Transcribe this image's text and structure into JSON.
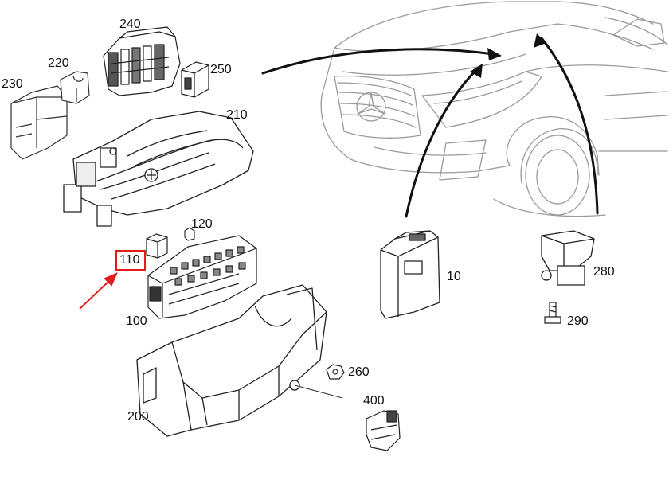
{
  "labels": {
    "p10": "10",
    "p100": "100",
    "p110": "110",
    "p120": "120",
    "p200": "200",
    "p210": "210",
    "p220": "220",
    "p230": "230",
    "p240": "240",
    "p250": "250",
    "p260": "260",
    "p280": "280",
    "p290": "290",
    "p400": "400"
  },
  "highlight": {
    "target_label": "110",
    "color": "#e21b1b"
  },
  "colors": {
    "line_art": "#333333",
    "car_outline": "#9a9a9a",
    "arrow": "#111111",
    "highlight": "#e21b1b"
  }
}
